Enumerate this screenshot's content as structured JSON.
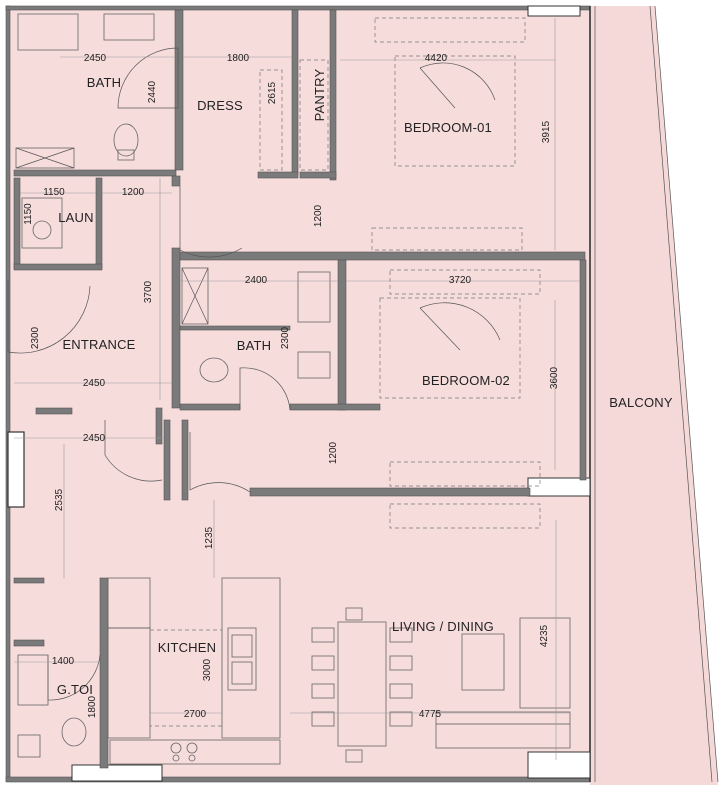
{
  "rooms": {
    "bath1": "BATH",
    "dress": "DRESS",
    "pantry": "PANTRY",
    "bedroom1": "BEDROOM-01",
    "laun": "LAUN",
    "entrance": "ENTRANCE",
    "bath2": "BATH",
    "bedroom2": "BEDROOM-02",
    "balcony": "BALCONY",
    "kitchen": "KITCHEN",
    "living": "LIVING / DINING",
    "gtoi": "G.TOI"
  },
  "dimensions": {
    "bath1_w": "2450",
    "bath1_h": "2440",
    "dress_w": "1800",
    "dress_h": "2615",
    "bed1_w": "4420",
    "bed1_h": "3915",
    "laun_w": "1150",
    "laun_h": "1150",
    "corr_w": "1200",
    "corr1_h": "1200",
    "entr_h": "3700",
    "entr_side": "2300",
    "entr_w": "2450",
    "bath2_w": "2400",
    "bath2_h": "2300",
    "bed2_w": "3720",
    "bed2_h": "3600",
    "hall_w": "2450",
    "hall_h": "1200",
    "store_h": "2535",
    "kit_gap": "1235",
    "kit_h": "3000",
    "kit_w": "2700",
    "gtoi_w": "1400",
    "gtoi_h": "1800",
    "liv_w": "4775",
    "liv_h": "4235"
  },
  "colors": {
    "floor": "#f7dcdc",
    "balcony": "#f5d8d8",
    "wall": "#7a7a7a"
  }
}
